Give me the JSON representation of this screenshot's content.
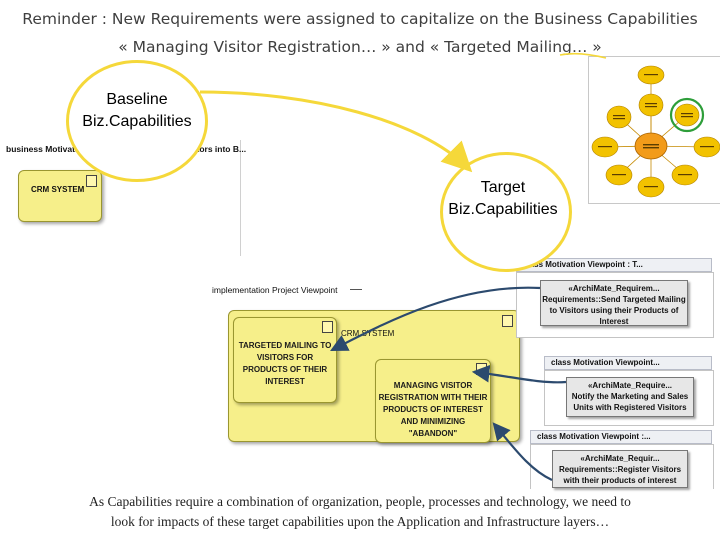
{
  "title": {
    "line1": "Reminder : New Requirements were assigned to capitalize on the Business Capabilities",
    "line2": "« Managing Visitor Registration… » and « Targeted Mailing… »"
  },
  "bubbles": {
    "baseline": {
      "line1": "Baseline",
      "line2": "Biz.Capabilities"
    },
    "target": {
      "line1": "Target",
      "line2": "Biz.Capabilities"
    }
  },
  "baseline_viewpoint": {
    "title": "business Motivation Viewpoint : Transform Visitors into B...",
    "component_label": "CRM SYSTEM"
  },
  "implementation_viewpoint": {
    "title": "implementation Project Viewpoint",
    "system_label": "CRM SYSTEM",
    "capabilities": [
      "TARGETED MAILING TO VISITORS FOR PRODUCTS OF THEIR INTEREST",
      "MANAGING VISITOR REGISTRATION WITH THEIR PRODUCTS OF INTEREST AND MINIMIZING \"ABANDON\""
    ]
  },
  "requirements": [
    {
      "header": "class Motivation Viewpoint : T...",
      "stereotype": "«ArchiMate_Requirem...",
      "text": "Requirements::Send Targeted Mailing to Visitors using their Products of Interest"
    },
    {
      "header": "class Motivation Viewpoint...",
      "stereotype": "«ArchiMate_Require...",
      "text": "Notify the Marketing and Sales Units with Registered Visitors"
    },
    {
      "header": "class Motivation Viewpoint :...",
      "stereotype": "«ArchiMate_Requir...",
      "text": "Requirements::Register Visitors with their products of interest"
    }
  ],
  "footer": {
    "line1": "As Capabilities require a combination of organization, people, processes and technology, we need to",
    "line2": "look for impacts of these target capabilities  upon the Application and Infrastructure layers…"
  },
  "colors": {
    "bubble_border": "#f5d83a",
    "capability_fill": "#f6ef8a",
    "mindmap_node": "#f2c200",
    "mindmap_center": "#f29b1a",
    "highlight_ring": "#2e9e3a",
    "arrow": "#2c4a6e"
  }
}
